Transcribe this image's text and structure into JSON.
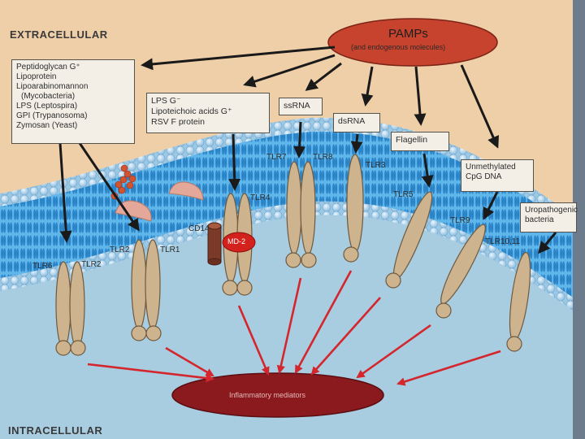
{
  "regions": {
    "extracellular": "EXTRACELLULAR",
    "intracellular": "INTRACELLULAR"
  },
  "pamps": {
    "title": "PAMPs",
    "subtitle": "(and endogenous molecules)"
  },
  "ligand_boxes": {
    "tlr2_group": [
      "Peptidoglycan G⁺",
      "Lipoprotein",
      "Lipoarabinomannon",
      "(Mycobacteria)",
      "LPS (Leptospira)",
      "GPI (Trypanosoma)",
      "Zymosan (Yeast)"
    ],
    "tlr4_group": [
      "LPS G⁻",
      "Lipoteichoic acids G⁺",
      "RSV F protein"
    ],
    "ssrna": "ssRNA",
    "dsrna": "dsRNA",
    "flagellin": "Flagellin",
    "cpg": [
      "Unmethylated",
      "CpG DNA"
    ],
    "uropathogenic": [
      "Uropathogenic",
      "bacteria"
    ]
  },
  "receptors": {
    "tlr6": "TLR6",
    "tlr2_left": "TLR2",
    "tlr2_right": "TLR2",
    "tlr1": "TLR1",
    "cd14": "CD14",
    "md2": "MD-2",
    "tlr4": "TLR4",
    "tlr7": "TLR7",
    "tlr8": "TLR8",
    "tlr3": "TLR3",
    "tlr5": "TLR5",
    "tlr9": "TLR9",
    "tlr1011": "TLR10,11"
  },
  "output": {
    "label": "Inflammatory mediators"
  },
  "colors": {
    "background": "#eecfa8",
    "cytoplasm": "#a8cce0",
    "membrane_blue": "#3f98d6",
    "receptor": "#cdb38e",
    "pamps_oval": "#c7432e",
    "mediator_oval": "#8a1a1e",
    "signal_arrow": "#d4262c",
    "ligand_arrow": "#1a1a1a",
    "peptidoglycan": "#d2532f",
    "cd14": "#7b3a28",
    "md2": "#d3221d"
  }
}
